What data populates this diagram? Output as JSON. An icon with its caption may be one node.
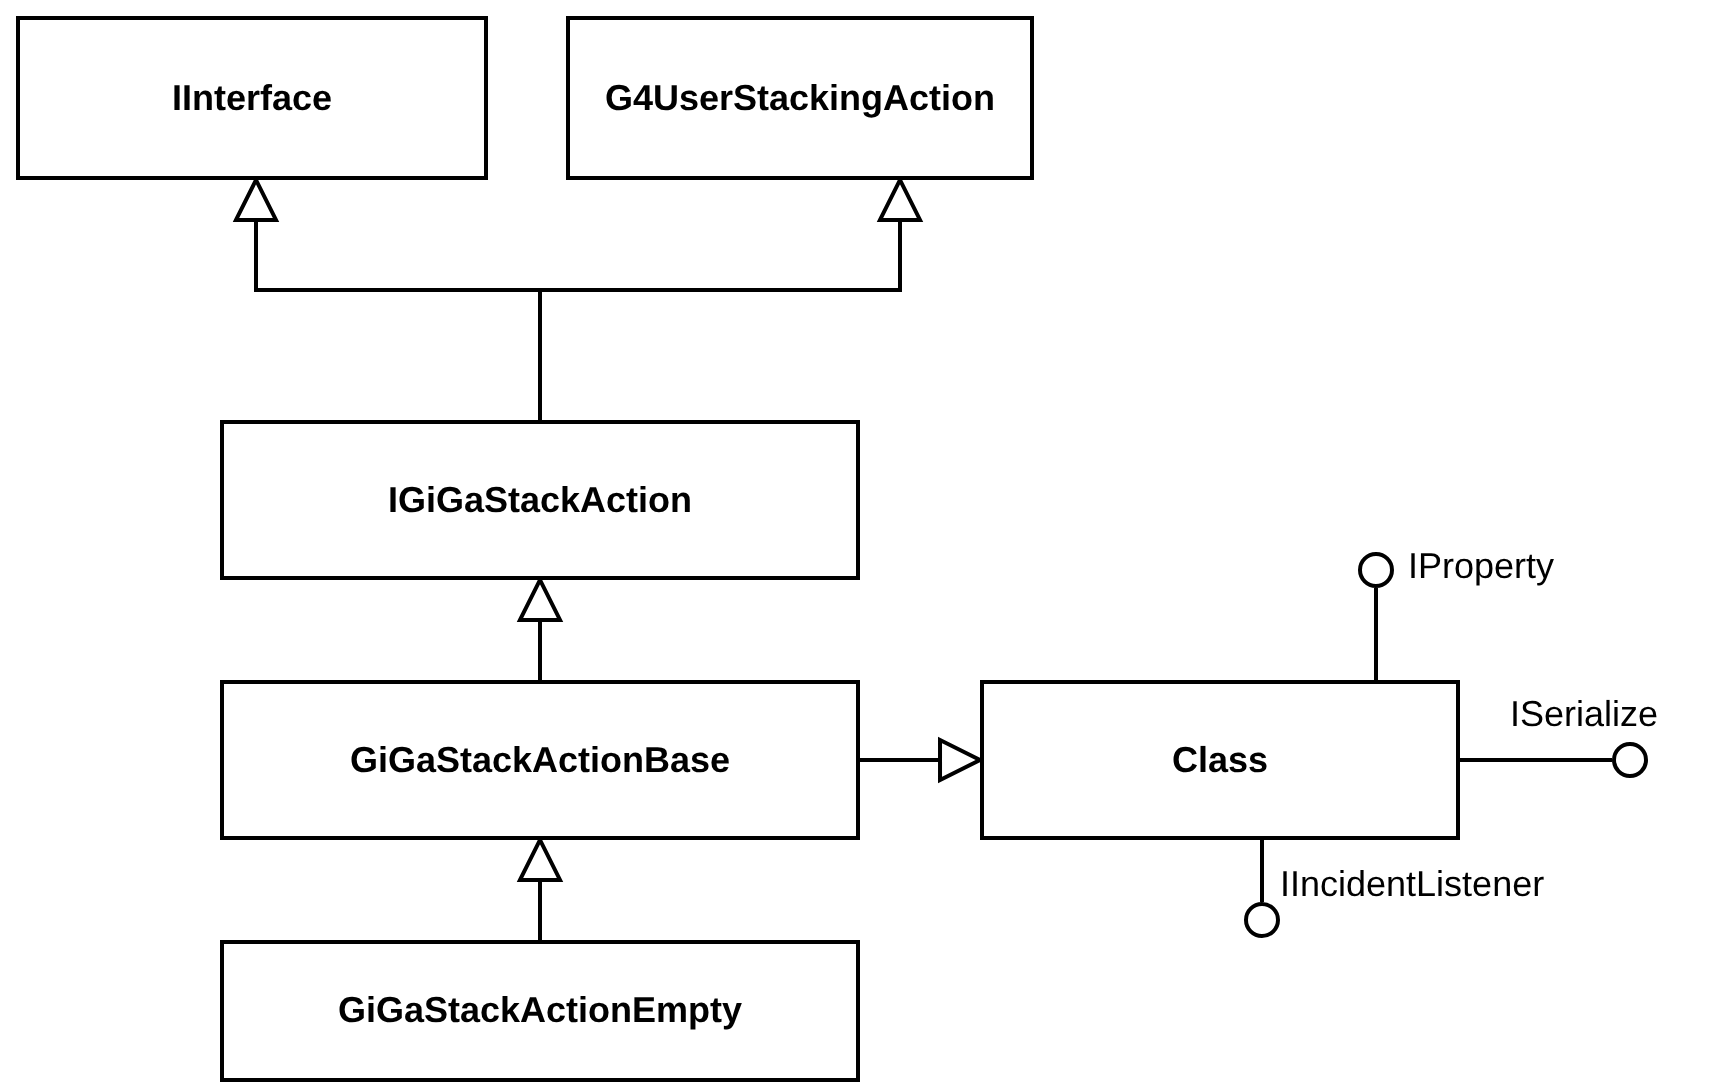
{
  "diagram": {
    "nodes": [
      {
        "text": [
          "IInterface"
        ]
      },
      {
        "text": [
          "G4UserStackingAction"
        ]
      },
      {
        "text": [
          "IGiGaStackAction"
        ]
      },
      {
        "text": [
          "GiGaStackActionBase"
        ]
      },
      {
        "text": [
          "Class"
        ]
      },
      {
        "text": [
          "GiGaStackActionEmpty"
        ]
      },
      {
        "text": [],
        "shape": "circle",
        "beside": [
          "IProperty"
        ]
      },
      {
        "text": [],
        "shape": "circle",
        "beside": [
          "ISerialize"
        ]
      },
      {
        "text": [],
        "shape": "circle",
        "beside": [
          "IIncidentListener"
        ]
      }
    ],
    "edges": [
      {
        "from": 2,
        "to": 0,
        "arrow": "to"
      },
      {
        "from": 2,
        "to": 1,
        "arrow": "to"
      },
      {
        "from": 3,
        "to": 2,
        "arrow": "to"
      },
      {
        "from": 5,
        "to": 3,
        "arrow": "to"
      },
      {
        "from": 3,
        "to": 4,
        "arrow": "to"
      },
      {
        "from": 4,
        "to": 6,
        "arrow": "none"
      },
      {
        "from": 4,
        "to": 7,
        "arrow": "none"
      },
      {
        "from": 4,
        "to": 8,
        "arrow": "none"
      }
    ]
  }
}
